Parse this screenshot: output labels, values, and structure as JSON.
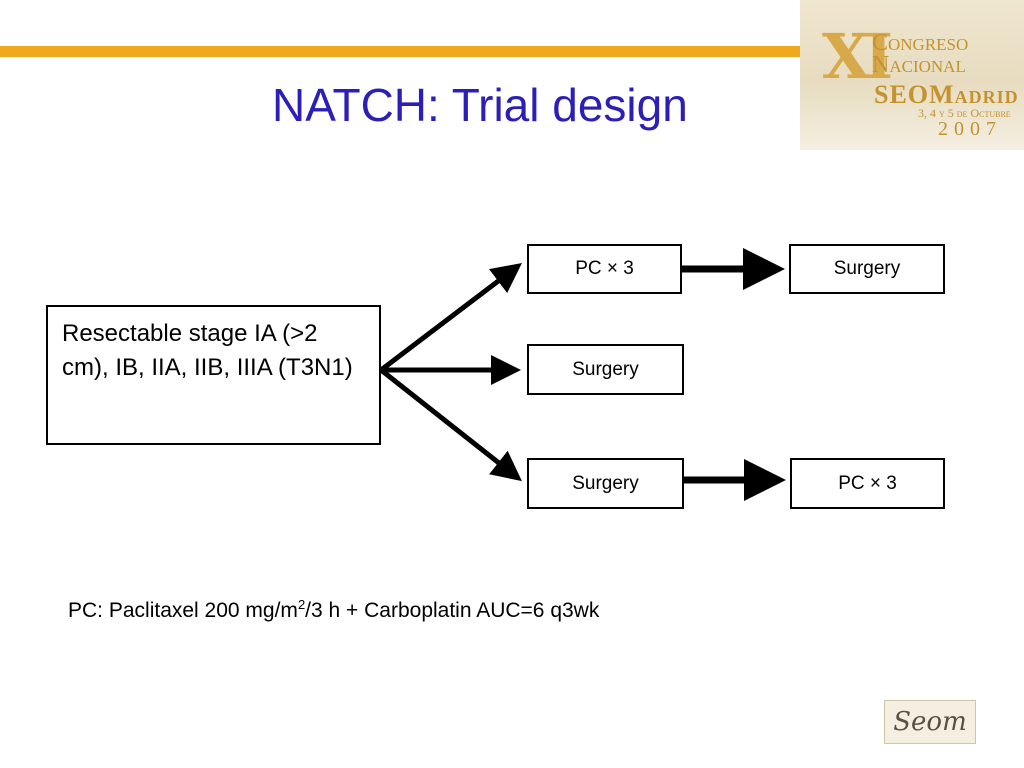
{
  "slide": {
    "title": "NATCH: Trial design"
  },
  "logo": {
    "roman": "XI",
    "line1": "Congreso",
    "line2": "Nacional",
    "line3": "SEOMadrid",
    "dates": "3, 4 y 5 de Octubre",
    "year": "2007"
  },
  "diagram": {
    "population": "Resectable stage IA (>2 cm), IB, IIA, IIB, IIIA (T3N1)",
    "arm1_first": "PC × 3",
    "arm1_second": "Surgery",
    "arm2_first": "Surgery",
    "arm3_first": "Surgery",
    "arm3_second": "PC × 3"
  },
  "footnote": {
    "pre": "PC: Paclitaxel 200 mg/m",
    "sup": "2",
    "post": "/3 h + Carboplatin AUC=6 q3wk"
  },
  "sponsor_logo": {
    "text": "Seom"
  }
}
